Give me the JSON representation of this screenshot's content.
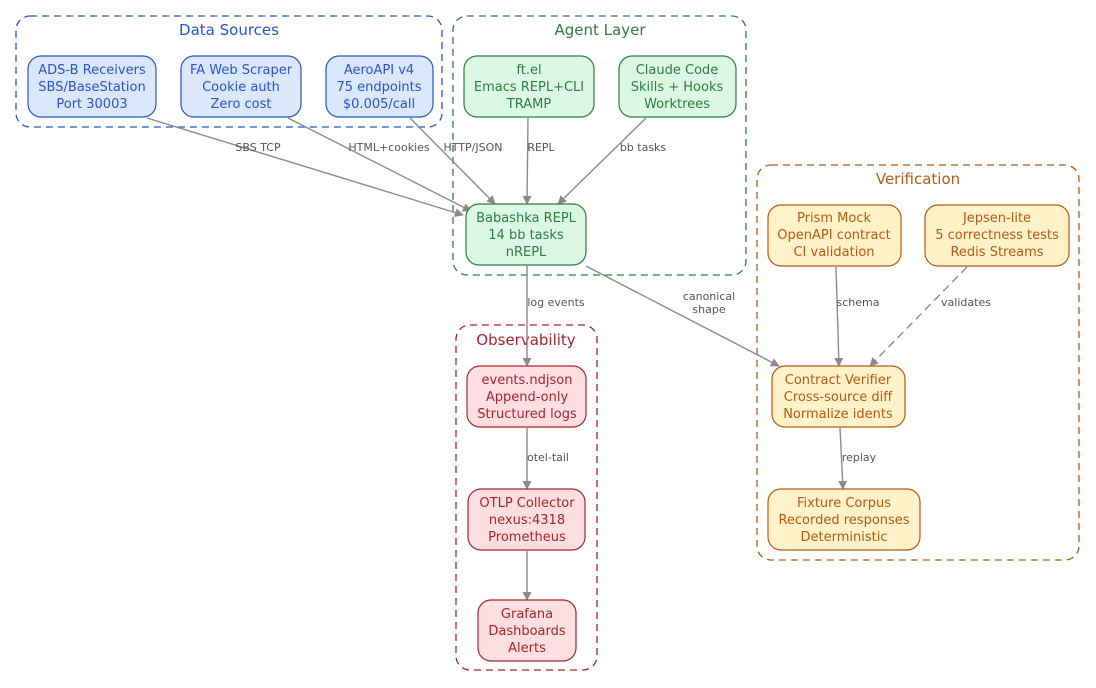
{
  "colors": {
    "blue_stroke": "#2953c9",
    "blue_fill": "#dbe8fb",
    "blue_text": "#2953c9",
    "green_stroke": "#2e7d40",
    "green_fill": "#dcf7e3",
    "green_text": "#2e7d40",
    "red_stroke": "#a8232e",
    "red_fill": "#fddfe1",
    "red_text": "#a8232e",
    "orange_stroke": "#b45a14",
    "orange_fill": "#fff1c8",
    "orange_text": "#b45a14",
    "edge": "#8a8a8a"
  },
  "clusters": {
    "data_sources": "Data Sources",
    "agent_layer": "Agent Layer",
    "verification": "Verification",
    "observability": "Observability"
  },
  "nodes": {
    "adsb": [
      "ADS-B Receivers",
      "SBS/BaseStation",
      "Port 30003"
    ],
    "fa_scraper": [
      "FA Web Scraper",
      "Cookie auth",
      "Zero cost"
    ],
    "aeroapi": [
      "AeroAPI v4",
      "75 endpoints",
      "$0.005/call"
    ],
    "ft_el": [
      "ft.el",
      "Emacs REPL+CLI",
      "TRAMP"
    ],
    "claude_code": [
      "Claude Code",
      "Skills + Hooks",
      "Worktrees"
    ],
    "babashka": [
      "Babashka REPL",
      "14 bb tasks",
      "nREPL"
    ],
    "prism": [
      "Prism Mock",
      "OpenAPI contract",
      "CI validation"
    ],
    "jepsen": [
      "Jepsen-lite",
      "5 correctness tests",
      "Redis Streams"
    ],
    "contract_verifier": [
      "Contract Verifier",
      "Cross-source diff",
      "Normalize idents"
    ],
    "fixture_corpus": [
      "Fixture Corpus",
      "Recorded responses",
      "Deterministic"
    ],
    "events": [
      "events.ndjson",
      "Append-only",
      "Structured logs"
    ],
    "otlp": [
      "OTLP Collector",
      "nexus:4318",
      "Prometheus"
    ],
    "grafana": [
      "Grafana",
      "Dashboards",
      "Alerts"
    ]
  },
  "edges": {
    "sbs_tcp": "SBS TCP",
    "html_cookies": "HTML+cookies",
    "http_json": "HTTP/JSON",
    "repl": "REPL",
    "bb_tasks": "bb tasks",
    "log_events": "log events",
    "canonical_shape": [
      "canonical",
      "shape"
    ],
    "schema": "schema",
    "validates": "validates",
    "replay": "replay",
    "otel_tail": "otel-tail"
  }
}
